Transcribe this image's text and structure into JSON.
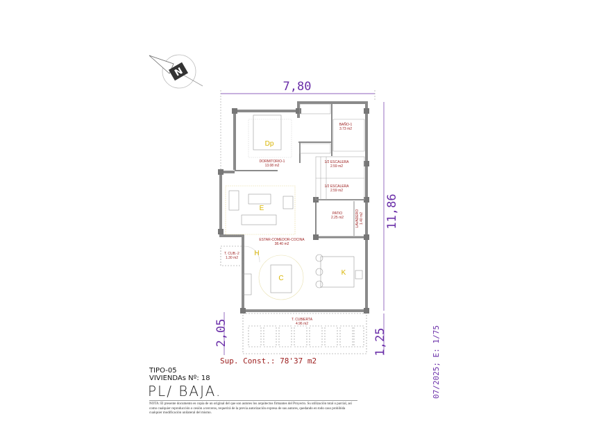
{
  "compass": {
    "letter": "N"
  },
  "dimensions": {
    "width_top": "7,80",
    "height_right": "11,86",
    "terrace_left": "2,05",
    "terrace_right": "1,25"
  },
  "rooms": {
    "dormitorio": {
      "name": "DORMITORIO-1",
      "area": "13.08 m2",
      "tag": "Dp"
    },
    "bano": {
      "name": "BAÑO-1",
      "area": "3.73 m2"
    },
    "escalera1": {
      "name": "1/2 ESCALERA",
      "area": "2.59 m2"
    },
    "escalera2": {
      "name": "1/2 ESCALERA",
      "area": "2.59 m2"
    },
    "patio": {
      "name": "PATIO",
      "area": "2.25 m2"
    },
    "lavadero": {
      "name": "LAVADERO",
      "area": "1.40 m2"
    },
    "estar": {
      "name": "ESTAR-COMEDOR-COCINA",
      "area": "38.40 m2",
      "tag_estar": "E",
      "tag_comedor": "C",
      "tag_cocina": "K",
      "tag_hall": "H"
    },
    "tcub2": {
      "name": "T. CUB.-2",
      "area": "1.30 m2"
    },
    "tcubierta": {
      "name": "T. CUBIERTA",
      "area": "4.96 m2"
    }
  },
  "info": {
    "sup_const": "Sup. Const.: 78'37 m2",
    "tipo": "TIPO-05",
    "viviendas": "VIVIENDAs Nº: 18",
    "planta": "PL/ BAJA.",
    "note": "NOTA: El presente documento es copia de un original del que son autores los arquitectos firmantes del Proyecto. Su utilización total o parcial, así como cualquier reproducción o cesión a terceros, requerirá de la previa autorización expresa de sus autores, quedando en todo caso prohibida cualquier modificación unilateral del mismo.",
    "date_scale": "07/2025; E: 1/75"
  },
  "colors": {
    "wall": "#8a8a8a",
    "room_label": "#9b1b1b",
    "zone_label": "#d8b400",
    "dimension": "#6a2ea8"
  }
}
